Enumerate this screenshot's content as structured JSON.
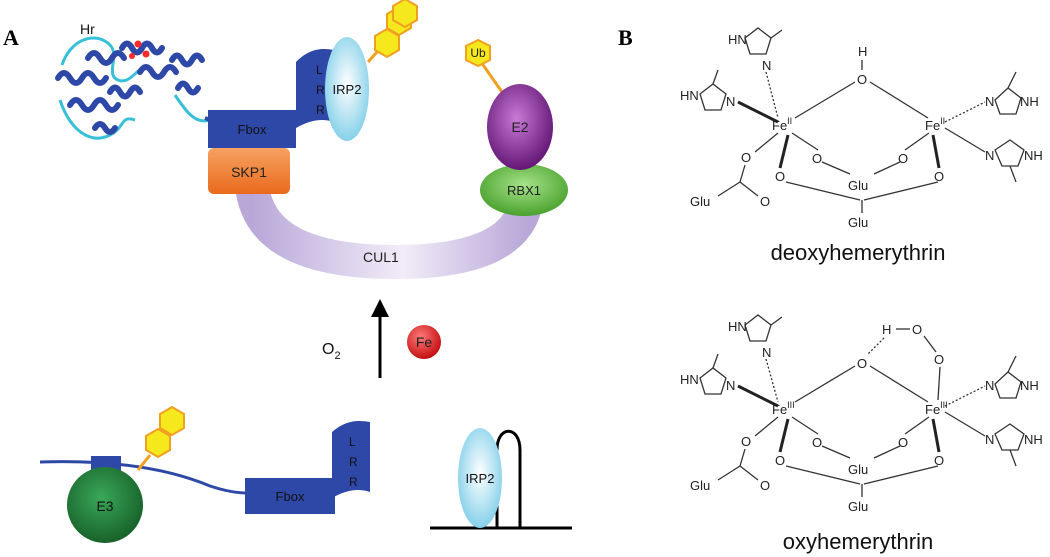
{
  "panel_a": {
    "label": "A",
    "hr": "Hr",
    "fbox": "Fbox",
    "lrr": [
      "L",
      "R",
      "R"
    ],
    "irp2": "IRP2",
    "skp1": "SKP1",
    "cul1": "CUL1",
    "ub": "Ub",
    "e2": "E2",
    "rbx1": "RBX1",
    "o2": "O",
    "o2_sub": "2",
    "fe": "Fe",
    "e3": "E3",
    "fbox_bottom": "Fbox",
    "lrr_bottom": [
      "L",
      "R",
      "R"
    ],
    "irp2_bottom": "IRP2"
  },
  "panel_b": {
    "label": "B",
    "deoxy": {
      "title": "deoxyhemerythrin",
      "fe_left": "Fe",
      "fe_left_ox": "II",
      "fe_right": "Fe",
      "fe_right_ox": "II",
      "h": "H",
      "o_bridge": "O",
      "glu": [
        "Glu",
        "Glu",
        "Glu"
      ],
      "o": "O"
    },
    "oxy": {
      "title": "oxyhemerythrin",
      "fe_left": "Fe",
      "fe_left_ox": "III",
      "fe_right": "Fe",
      "fe_right_ox": "III",
      "h": "H",
      "o_bridge": "O",
      "glu": [
        "Glu",
        "Glu",
        "Glu"
      ],
      "o": "O"
    },
    "hn": "HN",
    "nh": "NH",
    "n": "N"
  },
  "colors": {
    "blue": "#2e48a8",
    "irp2": "#a9e3f5",
    "skp1": "#f07b2e",
    "cul1": "#c3b5dc",
    "e2": "#7a1f8a",
    "rbx1": "#6cc04a",
    "fe": "#e02020",
    "e3": "#1f7a36",
    "hexagon": "#f5e81c",
    "hexagon_stroke": "#f0a020"
  }
}
